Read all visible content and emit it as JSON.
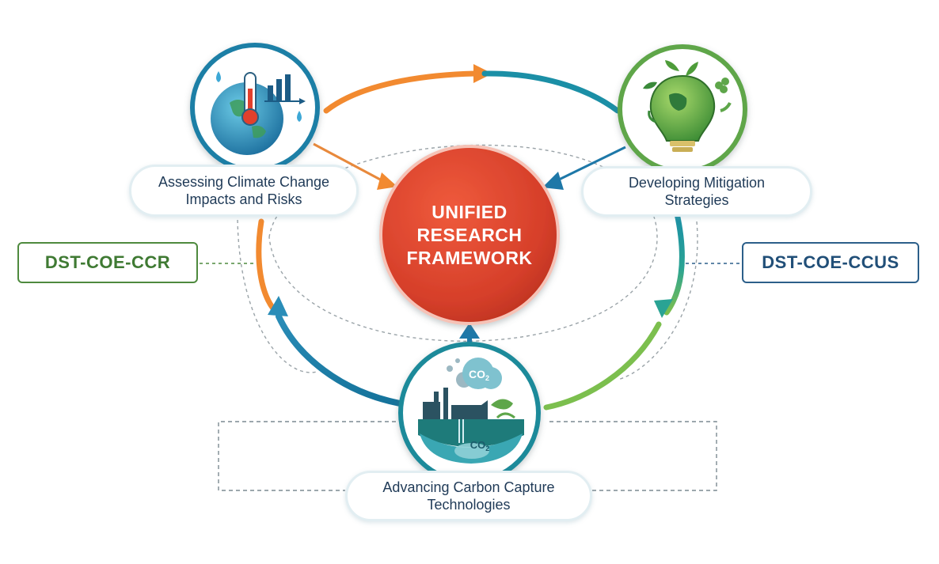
{
  "center": {
    "lines": [
      "UNIFIED",
      "RESEARCH",
      "FRAMEWORK"
    ],
    "color": "#d63f2a"
  },
  "nodes": [
    {
      "id": "assess",
      "lines": [
        "Assessing Climate Change",
        "Impacts and Risks"
      ],
      "icon": "thermometer-globe-icon",
      "ring_color": "#1e7fa6"
    },
    {
      "id": "mitigation",
      "lines": [
        "Developing Mitigation",
        "Strategies"
      ],
      "icon": "green-lightbulb-icon",
      "ring_color": "#5ea64a"
    },
    {
      "id": "capture",
      "lines": [
        "Advancing Carbon Capture",
        "Technologies"
      ],
      "icon": "co2-factory-storage-icon",
      "ring_color": "#1e8a9a",
      "co2_labels": [
        "CO2",
        "CO2"
      ]
    }
  ],
  "tags": {
    "left": "DST-COE-CCR",
    "right": "DST-COE-CCUS"
  },
  "colors": {
    "orange_arrow": "#f28a30",
    "teal_arrow": "#1b8fa6",
    "green_arrow": "#7cbf4e",
    "blue_arrow": "#1e78a8",
    "dashed": "#9aa3a8"
  }
}
